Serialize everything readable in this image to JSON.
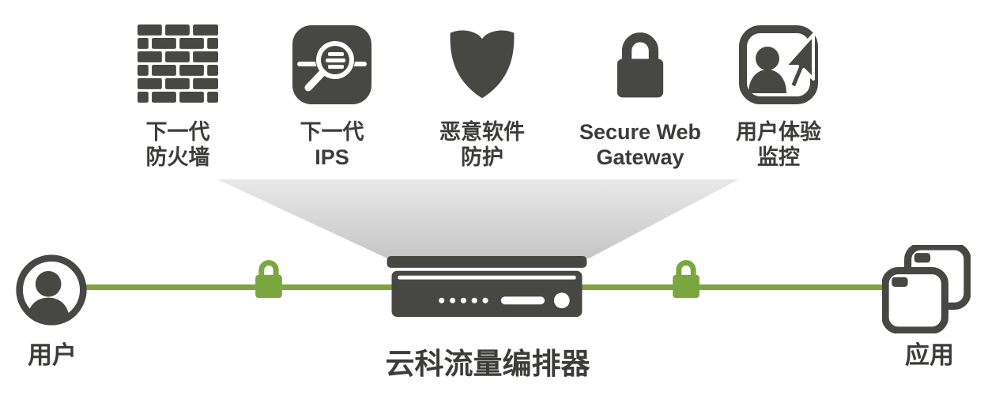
{
  "colors": {
    "dark": "#474744",
    "green": "#7aa63f",
    "text": "#3c3c3a",
    "funnel_top": "#e9e9e9",
    "funnel_bottom": "#c6c6c6"
  },
  "services": [
    {
      "icon": "firewall-bricks-icon",
      "label_line1": "下一代",
      "label_line2": "防火墙"
    },
    {
      "icon": "ips-magnifier-icon",
      "label_line1": "下一代",
      "label_line2": "IPS"
    },
    {
      "icon": "malware-shield-icon",
      "label_line1": "恶意软件",
      "label_line2": "防护"
    },
    {
      "icon": "secure-web-gateway-lock-icon",
      "label_line1": "Secure Web",
      "label_line2": "Gateway"
    },
    {
      "icon": "user-experience-monitor-icon",
      "label_line1": "用户体验",
      "label_line2": "监控"
    }
  ],
  "flow": {
    "user_label": "用户",
    "orchestrator_label": "云科流量编排器",
    "apps_label": "应用"
  }
}
